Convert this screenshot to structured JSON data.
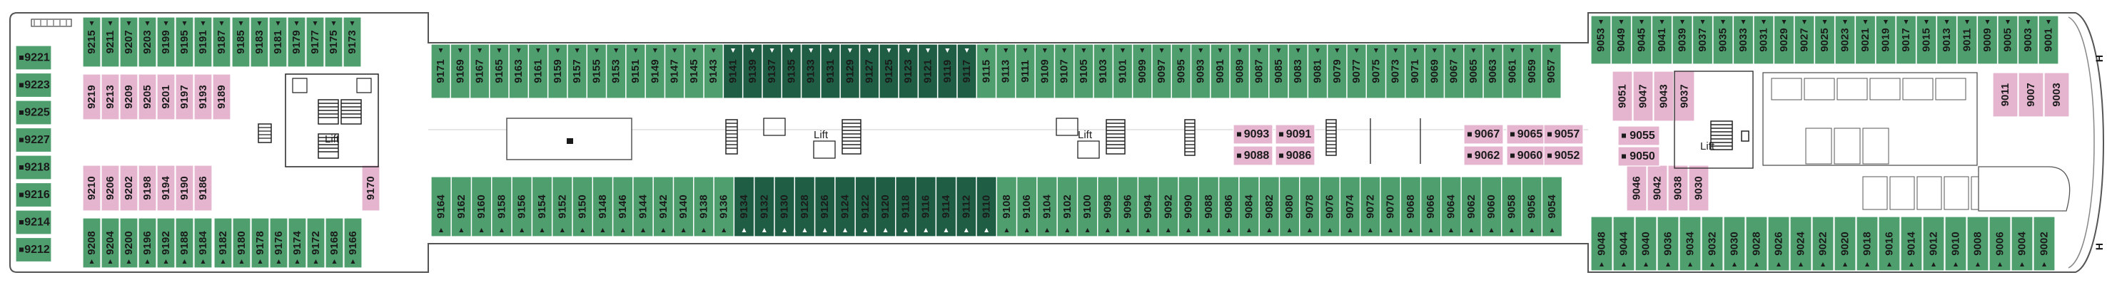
{
  "colors": {
    "green": "#4e9e6e",
    "dark_green": "#1f5e45",
    "pink": "#e5b4cf",
    "corridor": "#ffffff",
    "outline": "#555555",
    "wall": "#222222"
  },
  "top_aft": {
    "col1": [
      "9215",
      "9219"
    ],
    "col2": [
      "9211",
      "9213"
    ],
    "col3": [
      "9207",
      "9209"
    ],
    "col4": [
      "9203",
      "9205"
    ],
    "col5": [
      "9199",
      "9201"
    ],
    "col6": [
      "9195",
      "9197"
    ],
    "col7": [
      "9191",
      "9193"
    ],
    "col8": [
      "9187",
      "9189"
    ],
    "singles": [
      "9185",
      "9183",
      "9181",
      "9179",
      "9177",
      "9175",
      "9173"
    ]
  },
  "bottom_aft": {
    "col1": [
      "9208",
      "9210"
    ],
    "col2": [
      "9204",
      "9206"
    ],
    "col3": [
      "9200",
      "9202"
    ],
    "col4": [
      "9196",
      "9198"
    ],
    "col5": [
      "9192",
      "9194"
    ],
    "col6": [
      "9188",
      "9190"
    ],
    "col7": [
      "9184",
      "9186"
    ],
    "singles": [
      "9182",
      "9180",
      "9178",
      "9176",
      "9174",
      "9172",
      "9168",
      "9166"
    ],
    "lift_side": "9170"
  },
  "aft_end": [
    "9221",
    "9223",
    "9225",
    "9227",
    "9218",
    "9216",
    "9214",
    "9212"
  ],
  "top_mid": [
    "9171",
    "9169",
    "9167",
    "9165",
    "9163",
    "9161",
    "9159",
    "9157",
    "9155",
    "9153",
    "9151",
    "9149",
    "9147",
    "9145",
    "9143",
    "9141",
    "9139",
    "9137",
    "9135",
    "9133",
    "9131",
    "9129",
    "9127",
    "9125",
    "9123",
    "9121",
    "9119",
    "9117",
    "9115",
    "9113",
    "9111",
    "9109",
    "9107",
    "9105",
    "9103",
    "9101",
    "9099",
    "9097",
    "9095",
    "9093",
    "9091",
    "9089",
    "9087",
    "9085",
    "9083",
    "9081",
    "9079",
    "9077",
    "9075",
    "9073",
    "9071",
    "9069",
    "9067",
    "9065",
    "9063",
    "9061",
    "9059",
    "9057"
  ],
  "bottom_mid": [
    "9164",
    "9162",
    "9160",
    "9158",
    "9156",
    "9154",
    "9152",
    "9150",
    "9148",
    "9146",
    "9144",
    "9142",
    "9140",
    "9138",
    "9136",
    "9134",
    "9132",
    "9130",
    "9128",
    "9126",
    "9124",
    "9122",
    "9120",
    "9118",
    "9116",
    "9114",
    "9112",
    "9110",
    "9108",
    "9106",
    "9104",
    "9102",
    "9100",
    "9098",
    "9096",
    "9094",
    "9092",
    "9090",
    "9088",
    "9086",
    "9084",
    "9082",
    "9080",
    "9078",
    "9076",
    "9074",
    "9072",
    "9070",
    "9068",
    "9066",
    "9064",
    "9062",
    "9060",
    "9058",
    "9056",
    "9054"
  ],
  "inner_pink": [
    {
      "top": "9093",
      "bottom": "9088"
    },
    {
      "top": "9091",
      "bottom": "9086"
    },
    {
      "top": "9067",
      "bottom": "9062"
    },
    {
      "top": "9065",
      "bottom": "9060"
    },
    {
      "top": "9057",
      "bottom": "9052"
    }
  ],
  "fwd_top": [
    "9053",
    "9049",
    "9045",
    "9041",
    "9039",
    "9037",
    "9035",
    "9033",
    "9031",
    "9029",
    "9027",
    "9025",
    "9023",
    "9021",
    "9019",
    "9017",
    "9015",
    "9013",
    "9011",
    "9009",
    "9005",
    "9003",
    "9001"
  ],
  "fwd_bottom": [
    "9048",
    "9044",
    "9040",
    "9036",
    "9034",
    "9032",
    "9030",
    "9028",
    "9026",
    "9024",
    "9022",
    "9020",
    "9018",
    "9016",
    "9014",
    "9012",
    "9010",
    "9008",
    "9006",
    "9004",
    "9002"
  ],
  "fwd_pink_top": [
    "9051",
    "9047",
    "9043",
    "9037"
  ],
  "fwd_pink_bottom": [
    "9046",
    "9042",
    "9038",
    "9030"
  ],
  "fwd_inner": [
    "9055",
    "9050"
  ],
  "fwd_extra": [
    "9011",
    "9007",
    "9003"
  ],
  "lift_label": "Lift",
  "bow_letter": "H"
}
